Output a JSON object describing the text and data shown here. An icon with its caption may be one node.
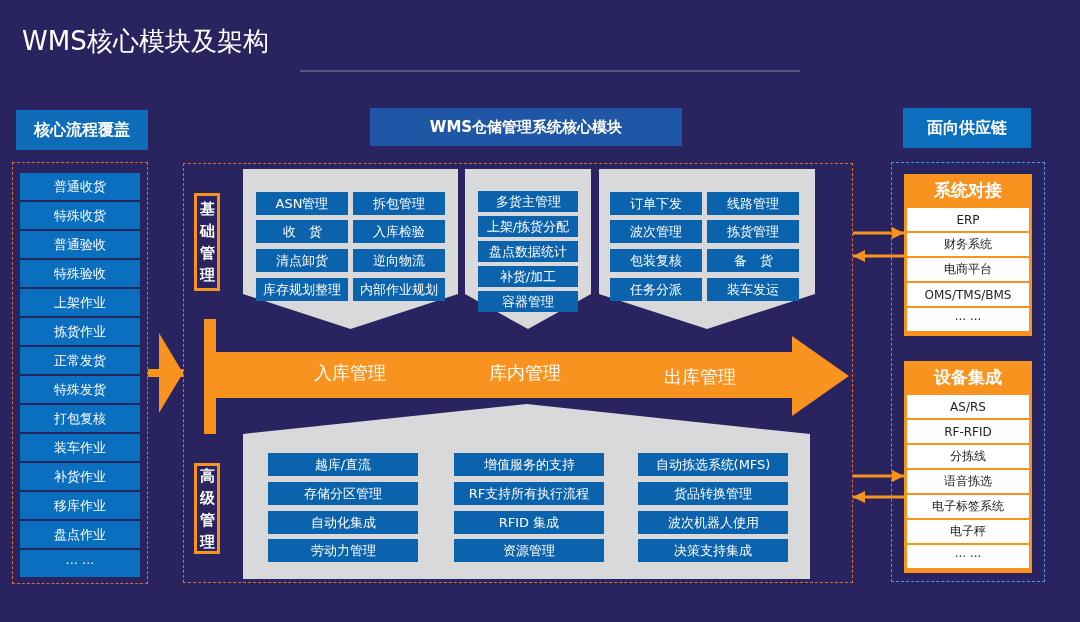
{
  "diagram": {
    "title": "WMS核心模块及架构",
    "nodes": [
      {
        "text": [
          "核心流程覆盖"
        ]
      },
      {
        "text": [],
        "shape": "box"
      },
      {
        "text": [
          "普通收货"
        ],
        "in": 1
      },
      {
        "text": [
          "特殊收货"
        ],
        "in": 1
      },
      {
        "text": [
          "普通验收"
        ],
        "in": 1
      },
      {
        "text": [
          "特殊验收"
        ],
        "in": 1
      },
      {
        "text": [
          "上架作业"
        ],
        "in": 1
      },
      {
        "text": [
          "拣货作业"
        ],
        "in": 1
      },
      {
        "text": [
          "正常发货"
        ],
        "in": 1
      },
      {
        "text": [
          "特殊发货"
        ],
        "in": 1
      },
      {
        "text": [
          "打包复核"
        ],
        "in": 1
      },
      {
        "text": [
          "装车作业"
        ],
        "in": 1
      },
      {
        "text": [
          "补货作业"
        ],
        "in": 1
      },
      {
        "text": [
          "移库作业"
        ],
        "in": 1
      },
      {
        "text": [
          "盘点作业"
        ],
        "in": 1
      },
      {
        "text": [
          "··· ···"
        ],
        "in": 1
      },
      {
        "text": [
          "WMS仓储管理系统核心模块"
        ]
      },
      {
        "text": [],
        "shape": "box"
      },
      {
        "text": [
          "基础管理"
        ],
        "in": 17
      },
      {
        "text": [],
        "shape": "pentagon",
        "in": 17
      },
      {
        "text": [
          "ASN管理"
        ],
        "in": 19
      },
      {
        "text": [
          "拆包管理"
        ],
        "in": 19
      },
      {
        "text": [
          "收　货"
        ],
        "in": 19
      },
      {
        "text": [
          "入库检验"
        ],
        "in": 19
      },
      {
        "text": [
          "清点卸货"
        ],
        "in": 19
      },
      {
        "text": [
          "逆向物流"
        ],
        "in": 19
      },
      {
        "text": [
          "库存规划整理"
        ],
        "in": 19
      },
      {
        "text": [
          "内部作业规划"
        ],
        "in": 19
      },
      {
        "text": [],
        "shape": "pentagon",
        "in": 17
      },
      {
        "text": [
          "多货主管理"
        ],
        "in": 28
      },
      {
        "text": [
          "上架/拣货分配"
        ],
        "in": 28
      },
      {
        "text": [
          "盘点数据统计"
        ],
        "in": 28
      },
      {
        "text": [
          "补货/加工"
        ],
        "in": 28
      },
      {
        "text": [
          "容器管理"
        ],
        "in": 28
      },
      {
        "text": [],
        "shape": "pentagon",
        "in": 17
      },
      {
        "text": [
          "订单下发"
        ],
        "in": 34
      },
      {
        "text": [
          "线路管理"
        ],
        "in": 34
      },
      {
        "text": [
          "波次管理"
        ],
        "in": 34
      },
      {
        "text": [
          "拣货管理"
        ],
        "in": 34
      },
      {
        "text": [
          "包装复核"
        ],
        "in": 34
      },
      {
        "text": [
          "备　货"
        ],
        "in": 34
      },
      {
        "text": [
          "任务分派"
        ],
        "in": 34
      },
      {
        "text": [
          "装车发运"
        ],
        "in": 34
      },
      {
        "text": [
          "入库管理",
          "库内管理",
          "出库管理"
        ],
        "in": 17
      },
      {
        "text": [
          "高级管理"
        ],
        "in": 17
      },
      {
        "text": [],
        "shape": "house",
        "in": 17
      },
      {
        "text": [
          "越库/直流"
        ],
        "in": 45
      },
      {
        "text": [
          "增值服务的支持"
        ],
        "in": 45
      },
      {
        "text": [
          "自动拣选系统(MFS)"
        ],
        "in": 45
      },
      {
        "text": [
          "存储分区管理"
        ],
        "in": 45
      },
      {
        "text": [
          "RF支持所有执行流程"
        ],
        "in": 45
      },
      {
        "text": [
          "货品转换管理"
        ],
        "in": 45
      },
      {
        "text": [
          "自动化集成"
        ],
        "in": 45
      },
      {
        "text": [
          "RFID 集成"
        ],
        "in": 45
      },
      {
        "text": [
          "波次机器人使用"
        ],
        "in": 45
      },
      {
        "text": [
          "劳动力管理"
        ],
        "in": 45
      },
      {
        "text": [
          "资源管理"
        ],
        "in": 45
      },
      {
        "text": [
          "决策支持集成"
        ],
        "in": 45
      },
      {
        "text": [
          "面向供应链"
        ]
      },
      {
        "text": [],
        "shape": "box"
      },
      {
        "text": [
          "系统对接"
        ],
        "in": 59
      },
      {
        "text": [
          "ERP"
        ],
        "in": 60
      },
      {
        "text": [
          "财务系统"
        ],
        "in": 60
      },
      {
        "text": [
          "电商平台"
        ],
        "in": 60
      },
      {
        "text": [
          "OMS/TMS/BMS"
        ],
        "in": 60
      },
      {
        "text": [
          "··· ···"
        ],
        "in": 60
      },
      {
        "text": [
          "设备集成"
        ],
        "in": 59
      },
      {
        "text": [
          "AS/RS"
        ],
        "in": 66
      },
      {
        "text": [
          "RF-RFID"
        ],
        "in": 66
      },
      {
        "text": [
          "分拣线"
        ],
        "in": 66
      },
      {
        "text": [
          "语音拣选"
        ],
        "in": 66
      },
      {
        "text": [
          "电子标签系统"
        ],
        "in": 66
      },
      {
        "text": [
          "电子秤"
        ],
        "in": 66
      },
      {
        "text": [
          "··· ···"
        ],
        "in": 66
      }
    ],
    "edges": [
      {
        "from": 1,
        "to": 17,
        "arrow": "to",
        "style": "thick"
      },
      {
        "from": 17,
        "to": 60,
        "arrow": "to"
      },
      {
        "from": 60,
        "to": 17,
        "arrow": "to"
      },
      {
        "from": 17,
        "to": 66,
        "arrow": "to"
      },
      {
        "from": 66,
        "to": 17,
        "arrow": "to"
      }
    ]
  }
}
